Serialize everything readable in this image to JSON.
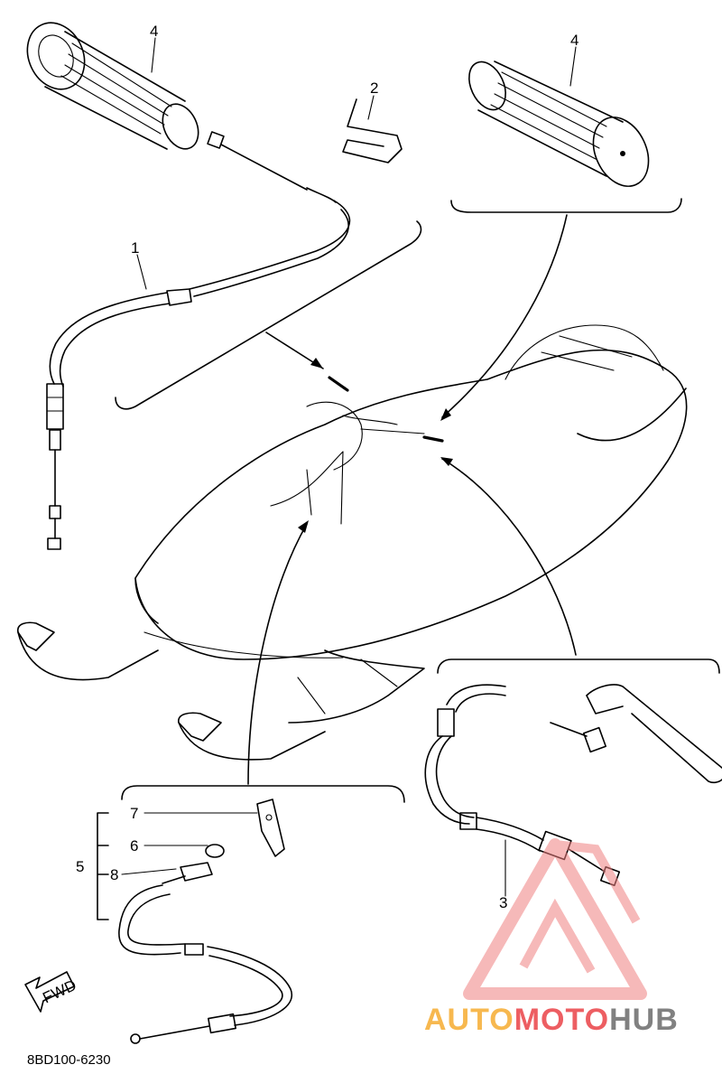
{
  "diagram": {
    "callouts": [
      {
        "id": "c1",
        "label": "1"
      },
      {
        "id": "c2",
        "label": "2"
      },
      {
        "id": "c3",
        "label": "3"
      },
      {
        "id": "c4a",
        "label": "4"
      },
      {
        "id": "c4b",
        "label": "4"
      },
      {
        "id": "c5",
        "label": "5"
      },
      {
        "id": "c6",
        "label": "6"
      },
      {
        "id": "c7",
        "label": "7"
      },
      {
        "id": "c8",
        "label": "8"
      }
    ],
    "fwd_label": "FWD",
    "part_code": "8BD100-6230"
  },
  "watermark": {
    "text_part1": "AUTO",
    "text_part2": "MOTO",
    "text_part3": "HUB",
    "colors": {
      "orange": "#f5a623",
      "red": "#e8363b",
      "gray": "#6b6b6b",
      "logo_red": "#f08080"
    }
  }
}
